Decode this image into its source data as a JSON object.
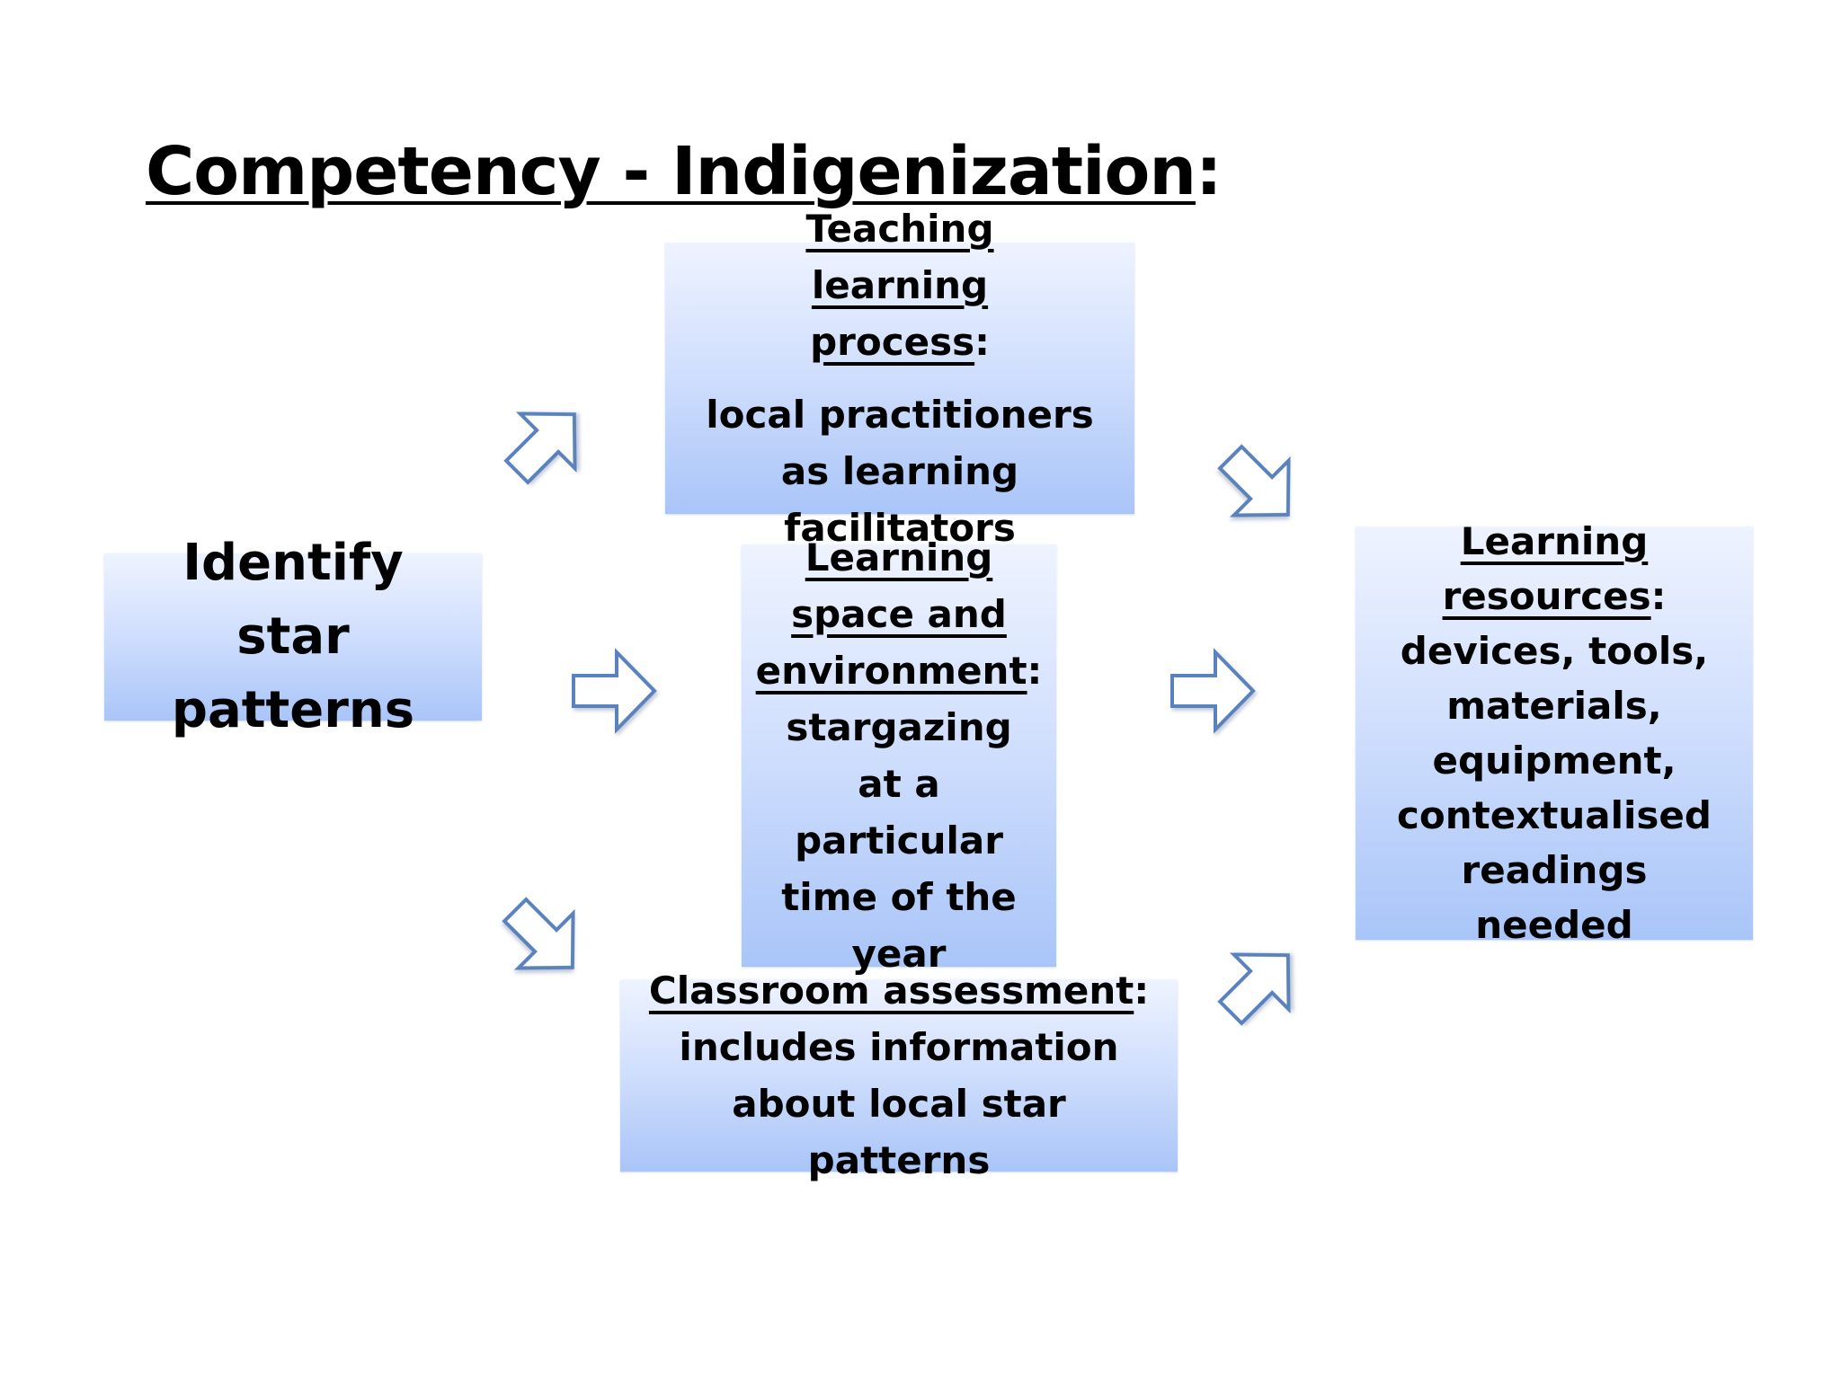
{
  "title": {
    "main": "Competency - Indigenization",
    "suffix": ":"
  },
  "nodes": {
    "start": {
      "text": "Identify star patterns"
    },
    "teaching": {
      "heading": "Teaching learning process",
      "heading_suffix": ":",
      "body": "local practitioners as learning facilitators"
    },
    "space": {
      "heading": "Learning space and environment",
      "heading_suffix": ":",
      "body": "stargazing at a particular time of the year"
    },
    "assessment": {
      "heading": "Classroom assessment",
      "heading_suffix": ":",
      "body": "includes information about local star patterns"
    },
    "resources": {
      "heading": "Learning resources",
      "heading_suffix": ":",
      "body": "devices, tools, materials, equipment, contextualised readings needed"
    }
  },
  "colors": {
    "box_gradient_top": "#eef3ff",
    "box_gradient_bottom": "#a9c5f8",
    "arrow_stroke": "#5a83bd",
    "arrow_fill": "#ffffff"
  },
  "arrows": [
    {
      "name": "arrow-start-to-teaching",
      "direction": "up-right"
    },
    {
      "name": "arrow-start-to-space",
      "direction": "right"
    },
    {
      "name": "arrow-start-to-assessment",
      "direction": "down-right"
    },
    {
      "name": "arrow-teaching-to-resources",
      "direction": "down-right"
    },
    {
      "name": "arrow-space-to-resources",
      "direction": "right"
    },
    {
      "name": "arrow-assessment-to-resources",
      "direction": "up-right"
    }
  ]
}
